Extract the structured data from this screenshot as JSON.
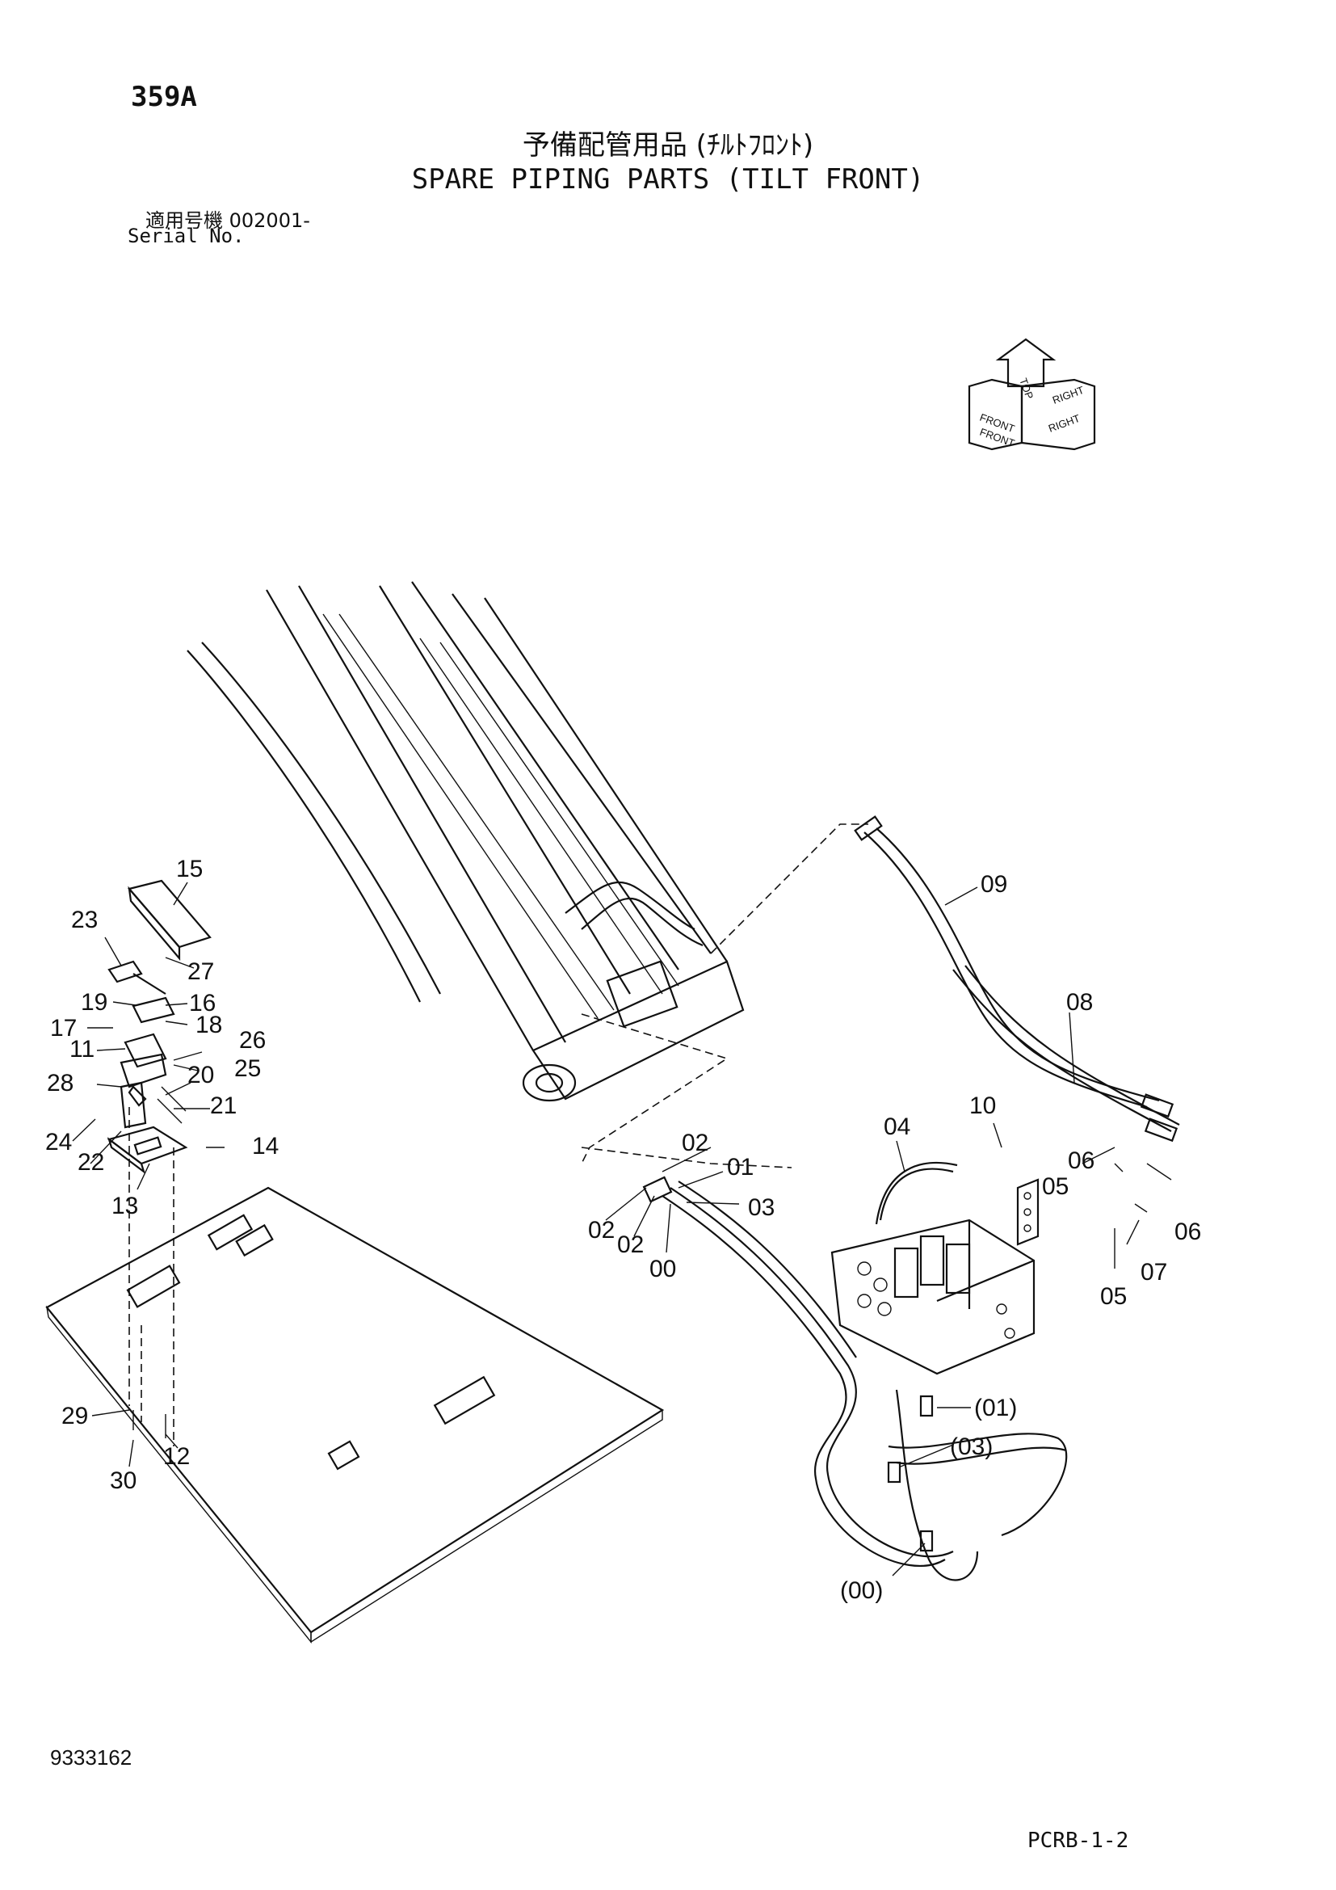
{
  "header": {
    "page_id": "359A",
    "title_jp": "予備配管用品 (ﾁﾙﾄﾌﾛﾝﾄ)",
    "title_en": "SPARE PIPING PARTS (TILT FRONT)",
    "serial_jp": "適用号機 002001-",
    "serial_en": "Serial No."
  },
  "orientation_symbol": {
    "labels": [
      "FRONT",
      "TOP",
      "RIGHT",
      "FRONT",
      "RIGHT"
    ]
  },
  "callouts": {
    "c00": "00",
    "c01": "01",
    "c02a": "02",
    "c02b": "02",
    "c02c": "02",
    "c03": "03",
    "c04": "04",
    "c05a": "05",
    "c05b": "05",
    "c06a": "06",
    "c06b": "06",
    "c07": "07",
    "c08": "08",
    "c09": "09",
    "c10": "10",
    "c11": "11",
    "c12": "12",
    "c13": "13",
    "c14": "14",
    "c15": "15",
    "c16": "16",
    "c17": "17",
    "c18": "18",
    "c19": "19",
    "c20": "20",
    "c21": "21",
    "c22": "22",
    "c23": "23",
    "c24": "24",
    "c25": "25",
    "c26": "26",
    "c27": "27",
    "c28": "28",
    "c29": "29",
    "c30": "30",
    "p00": "(00)",
    "p01": "(01)",
    "p03": "(03)"
  },
  "footer": {
    "doc_number": "9333162",
    "sheet_code": "PCRB-1-2"
  }
}
